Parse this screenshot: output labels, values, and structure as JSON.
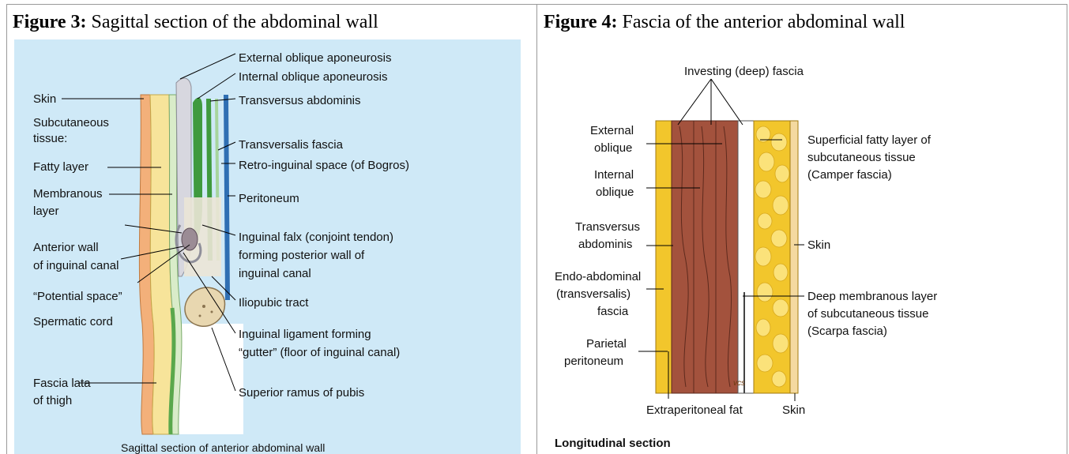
{
  "figure3": {
    "caption_label": "Figure 3:",
    "caption_text": " Sagittal section of the abdominal wall",
    "labels": {
      "ext_oblique_apo": "External oblique aponeurosis",
      "int_oblique_apo": "Internal oblique aponeurosis",
      "transversus": "Transversus abdominis",
      "skin": "Skin",
      "subcut1": "Subcutaneous",
      "subcut2": "tissue:",
      "transversalis": "Transversalis fascia",
      "fatty": "Fatty layer",
      "retro": "Retro-inguinal space (of Bogros)",
      "membranous1": "Membranous",
      "membranous2": "layer",
      "peritoneum": "Peritoneum",
      "anterior1": "Anterior wall",
      "anterior2": "of inguinal canal",
      "falx1": "Inguinal falx (conjoint tendon)",
      "falx2": "forming posterior wall of",
      "falx3": "inguinal canal",
      "potential": "“Potential space”",
      "iliopubic": "Iliopubic tract",
      "spermatic": "Spermatic cord",
      "ligament1": "Inguinal ligament forming",
      "ligament2": "“gutter” (floor of inguinal canal)",
      "fascia_lata1": "Fascia lata",
      "fascia_lata2": "of thigh",
      "superior_ramus": "Superior ramus of pubis",
      "bottom": "Sagittal section of anterior abdominal wall"
    }
  },
  "figure4": {
    "caption_label": "Figure 4:",
    "caption_text": " Fascia of the anterior abdominal wall",
    "labels": {
      "investing": "Investing (deep) fascia",
      "external1": "External",
      "external2": "oblique",
      "internal1": "Internal",
      "internal2": "oblique",
      "transversus1": "Transversus",
      "transversus2": "abdominis",
      "endo1": "Endo-abdominal",
      "endo2": "(transversalis)",
      "endo3": "fascia",
      "parietal1": "Parietal",
      "parietal2": "peritoneum",
      "superficial1": "Superficial fatty layer of",
      "superficial2": "subcutaneous tissue",
      "superficial3": "(Camper fascia)",
      "skin_right": "Skin",
      "deep1": "Deep membranous layer",
      "deep2": "of subcutaneous tissue",
      "deep3": "(Scarpa fascia)",
      "extraperitoneal": "Extraperitoneal fat",
      "skin_bottom": "Skin",
      "signature": "vcs",
      "bottom": "Longitudinal section"
    }
  },
  "colors": {
    "fig3_bg": "#cfe9f7",
    "skin_orange": "#f3b07a",
    "fatty_yellow": "#f7e49a",
    "muscle_green": "#3f9a3e",
    "light_green": "#a7d59d",
    "peritoneum_blue": "#2f6fb3",
    "fig4_yellow": "#f2c62c",
    "fig4_muscle": "#a3523d"
  }
}
